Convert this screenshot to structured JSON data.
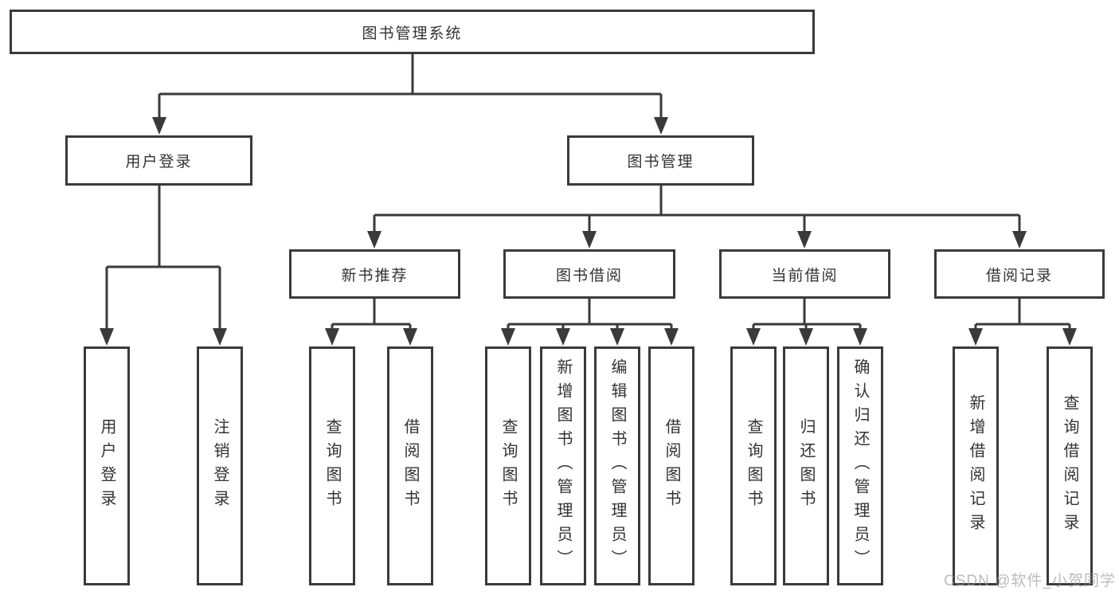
{
  "tree": {
    "root": {
      "label": "图书管理系统",
      "children": [
        {
          "label": "用户登录",
          "children": [
            {
              "label": "用户登录"
            },
            {
              "label": "注销登录"
            }
          ]
        },
        {
          "label": "图书管理",
          "children": [
            {
              "label": "新书推荐",
              "children": [
                {
                  "label": "查询图书"
                },
                {
                  "label": "借阅图书"
                }
              ]
            },
            {
              "label": "图书借阅",
              "children": [
                {
                  "label": "查询图书"
                },
                {
                  "label": "新增图书（管理员）"
                },
                {
                  "label": "编辑图书（管理员）"
                },
                {
                  "label": "借阅图书"
                }
              ]
            },
            {
              "label": "当前借阅",
              "children": [
                {
                  "label": "查询图书"
                },
                {
                  "label": "归还图书"
                },
                {
                  "label": "确认归还（管理员）"
                }
              ]
            },
            {
              "label": "借阅记录",
              "children": [
                {
                  "label": "新增借阅记录"
                },
                {
                  "label": "查询借阅记录"
                }
              ]
            }
          ]
        }
      ]
    }
  },
  "watermark": {
    "text": "CSDN @软件_小贺同学"
  },
  "colors": {
    "line": "#3a3a3a",
    "box_border": "#3a3a3a",
    "box_fill": "#ffffff",
    "text": "#333333",
    "watermark": "#a8a8a8"
  }
}
